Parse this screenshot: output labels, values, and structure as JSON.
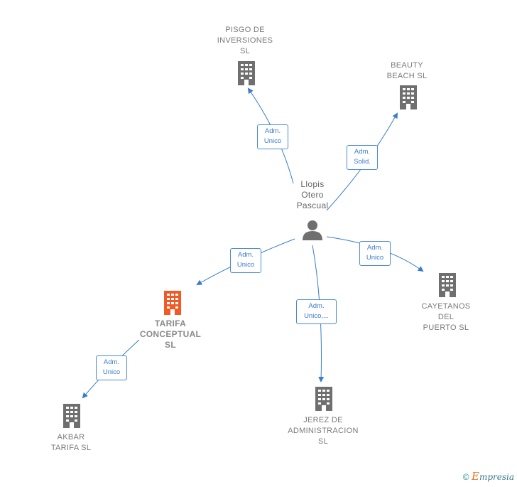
{
  "center": {
    "label": "Llopis\nOtero\nPascual"
  },
  "nodes": [
    {
      "id": "pisgo",
      "label": "PISGO DE\nINVERSIONES\nSL"
    },
    {
      "id": "beauty",
      "label": "BEAUTY\nBEACH  SL"
    },
    {
      "id": "cayetanos",
      "label": "CAYETANOS\nDEL\nPUERTO SL"
    },
    {
      "id": "jerez",
      "label": "JEREZ DE\nADMINISTRACION\nSL"
    },
    {
      "id": "tarifa",
      "label": "TARIFA\nCONCEPTUAL\nSL"
    },
    {
      "id": "akbar",
      "label": "AKBAR\nTARIFA  SL"
    }
  ],
  "edges": [
    {
      "id": "e-pisgo",
      "label": "Adm.\nUnico"
    },
    {
      "id": "e-beauty",
      "label": "Adm.\nSolid."
    },
    {
      "id": "e-cayetanos",
      "label": "Adm.\nUnico"
    },
    {
      "id": "e-jerez",
      "label": "Adm.\nUnico,..."
    },
    {
      "id": "e-tarifa",
      "label": "Adm.\nUnico"
    },
    {
      "id": "e-akbar",
      "label": "Adm.\nUnico"
    }
  ],
  "colors": {
    "edge": "#3b7cc9",
    "building": "#6f6f6f",
    "focus_building": "#f15a24",
    "person": "#6f6f6f"
  },
  "footer": {
    "copyright": "©",
    "brand_e": "E",
    "brand_rest": "mpresia"
  }
}
